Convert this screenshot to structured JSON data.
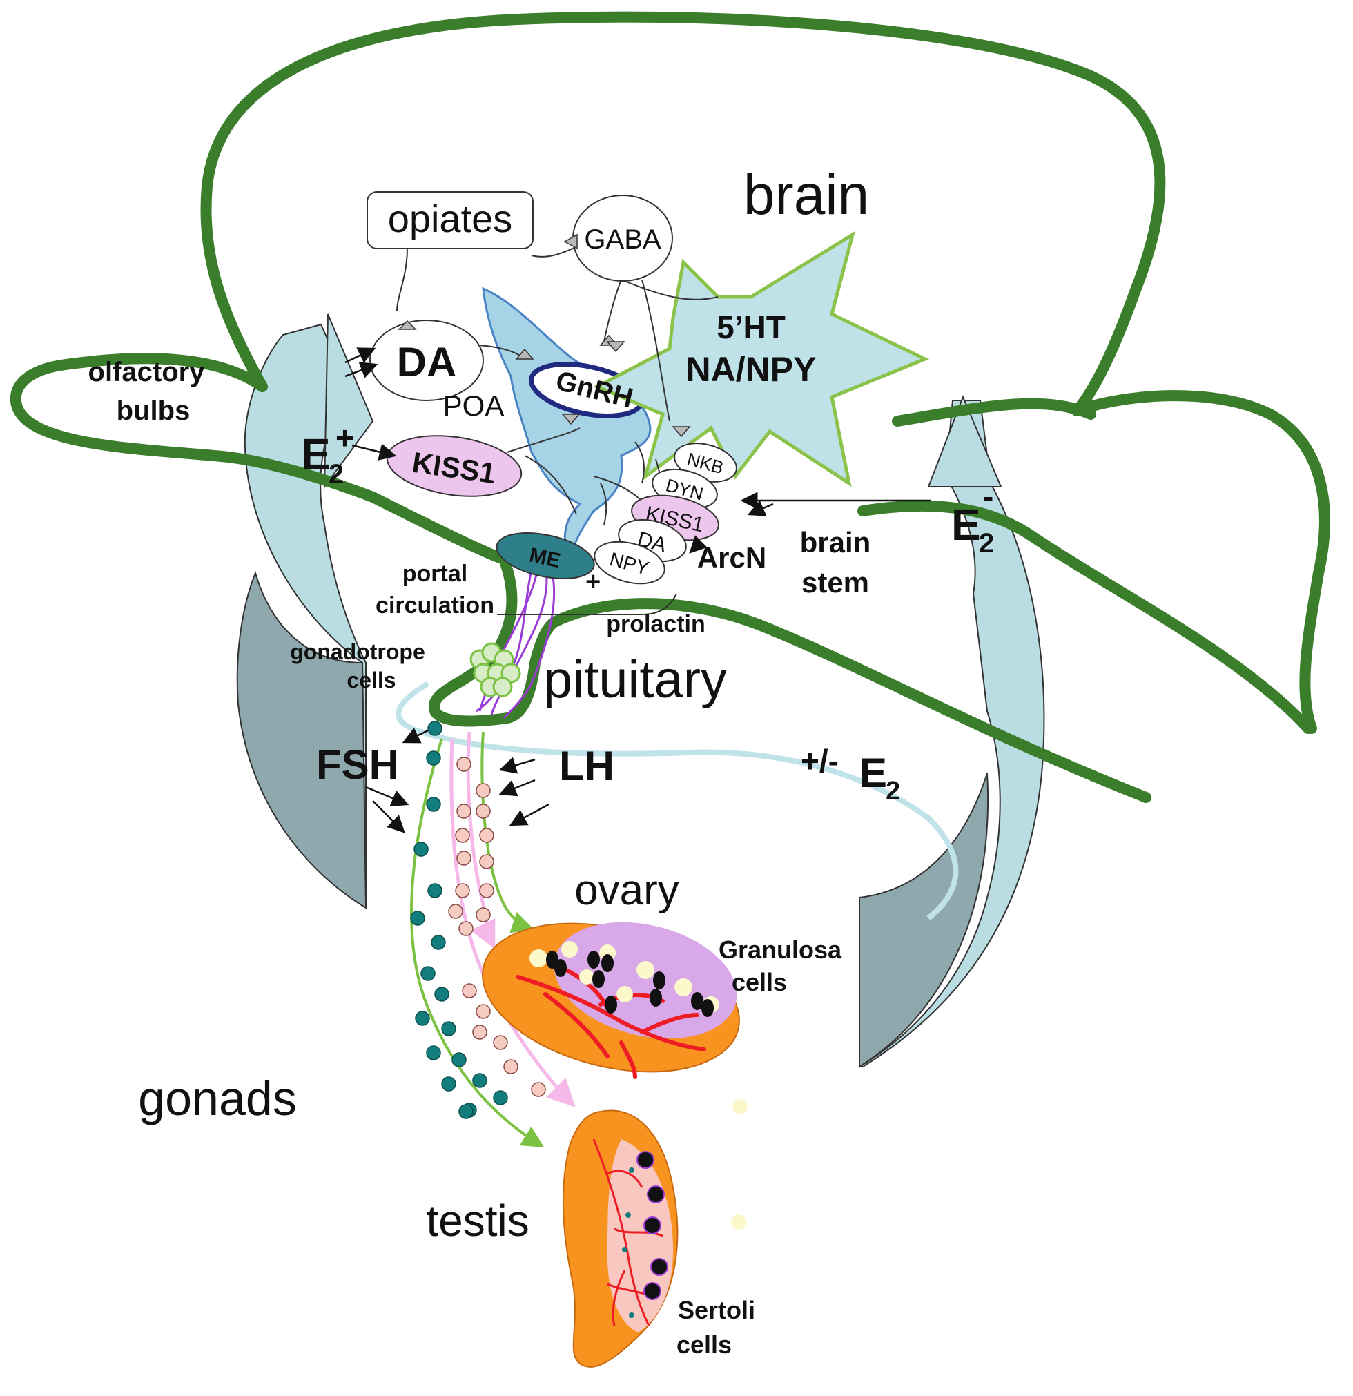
{
  "labels": {
    "brain": "brain",
    "olfactory_1": "olfactory",
    "olfactory_2": "bulbs",
    "opiates": "opiates",
    "gaba": "GABA",
    "da_poa": "DA",
    "poa": "POA",
    "gnrh": "GnRH",
    "kiss1_poa": "KISS1",
    "star_1": "5’HT",
    "star_2": "NA/NPY",
    "e2_plus_base": "E",
    "e2_plus_sub": "2",
    "e2_plus_sup": "+",
    "e2_minus_base": "E",
    "e2_minus_sub": "2",
    "e2_minus_sup": "-",
    "nkb": "NKB",
    "dyn": "DYN",
    "kiss1_arc": "KISS1",
    "da_arc": "DA",
    "npy": "NPY",
    "arcn": "ArcN",
    "me": "ME",
    "brain_stem_1": "brain",
    "brain_stem_2": "stem",
    "portal_1": "portal",
    "portal_2": "circulation",
    "prolactin": "prolactin",
    "gonadotrope_1": "gonadotrope",
    "gonadotrope_2": "cells",
    "pituitary": "pituitary",
    "fsh": "FSH",
    "lh": "LH",
    "pm_e2_prefix": "+/-",
    "pm_e2_base": "E",
    "pm_e2_sub": "2",
    "ovary": "ovary",
    "granulosa_1": "Granulosa",
    "granulosa_2": "cells",
    "gonads": "gonads",
    "testis": "testis",
    "sertoli_1": "Sertoli",
    "sertoli_2": "cells",
    "plus_sign": "+"
  },
  "colors": {
    "brain_outline": "#3a7d2a",
    "feedback_arrow_light": "#b9dde2",
    "feedback_arrow_dark": "#8fa8ad",
    "gnrh_neuron": "#a7d3e6",
    "star_fill": "#bfe1e8",
    "star_stroke": "#8bc34a",
    "kiss1_fill": "#ecc6ec",
    "me_fill": "#2f7f8a",
    "portal_vessels": "#9b3bd6",
    "fsh_dots": "#137d7d",
    "lh_dots": "#f6cbc2",
    "green_arrow": "#7cc242",
    "pink_arrow": "#f5b8e8",
    "e2_loop": "#bfe3e8",
    "ovary_orange": "#f7931e",
    "ovary_lilac": "#d8a8e8",
    "blood_vessels": "#ee1c24",
    "follicle_cream": "#fdf8cc",
    "testis_pink": "#f8c8c0"
  }
}
